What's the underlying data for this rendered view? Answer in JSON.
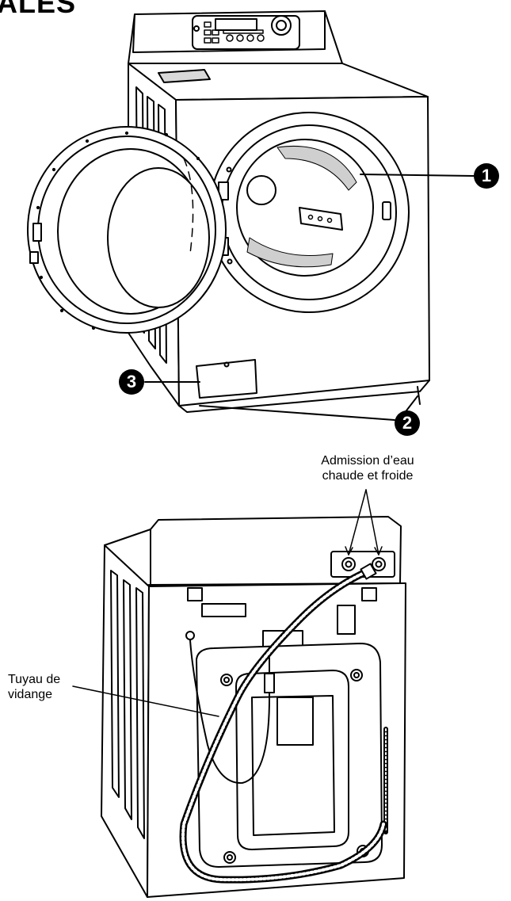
{
  "header": {
    "title_fragment": "ALES"
  },
  "callouts": {
    "drum": "1",
    "leveling_feet": "2",
    "bottom_panel": "3"
  },
  "labels": {
    "water_inlet_line1": "Admission d’eau",
    "water_inlet_line2": "chaude et froide",
    "drain_hose_line1": "Tuyau de",
    "drain_hose_line2": "vidange"
  },
  "colors": {
    "ink": "#000000",
    "paper": "#ffffff",
    "shade": "#d9d9d9"
  }
}
